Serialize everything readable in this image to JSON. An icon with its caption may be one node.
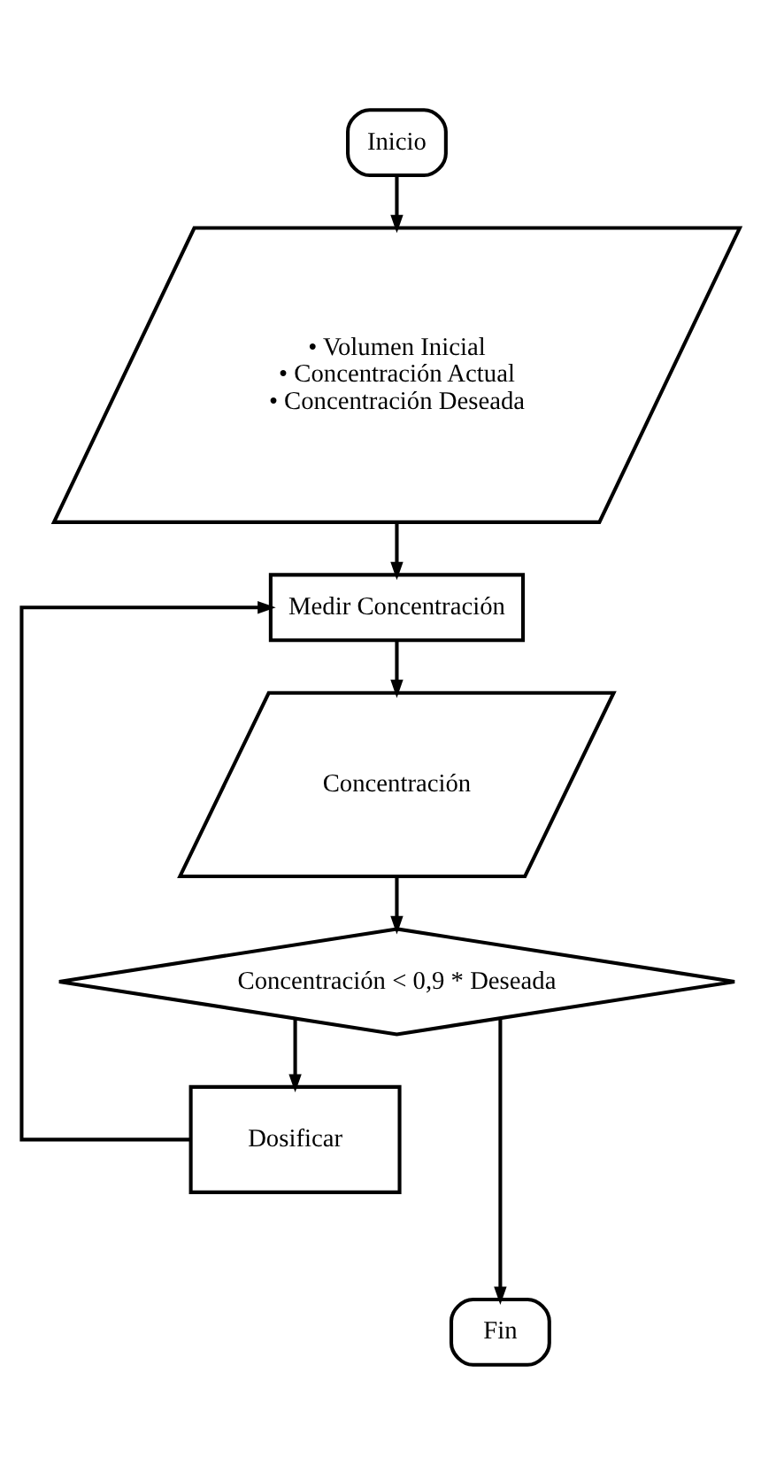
{
  "diagram": {
    "nodes": [
      {
        "text": [
          "Inicio"
        ]
      },
      {
        "text": [
          "• Volumen Inicial",
          "• Concentración Actual",
          "• Concentración Deseada"
        ]
      },
      {
        "text": [
          "Medir Concentración"
        ]
      },
      {
        "text": [
          "Concentración"
        ]
      },
      {
        "text": [
          "Concentración < 0,9 * Deseada"
        ]
      },
      {
        "text": [
          "Dosificar"
        ]
      },
      {
        "text": [
          "Fin"
        ]
      }
    ],
    "edges": [
      {
        "from": 0,
        "to": 1,
        "arrow": "to"
      },
      {
        "from": 1,
        "to": 2,
        "arrow": "to"
      },
      {
        "from": 2,
        "to": 3,
        "arrow": "to"
      },
      {
        "from": 3,
        "to": 4,
        "arrow": "to"
      },
      {
        "from": 4,
        "to": 5,
        "arrow": "to"
      },
      {
        "from": 5,
        "to": 2,
        "arrow": "to"
      },
      {
        "from": 4,
        "to": 6,
        "arrow": "to"
      }
    ]
  }
}
